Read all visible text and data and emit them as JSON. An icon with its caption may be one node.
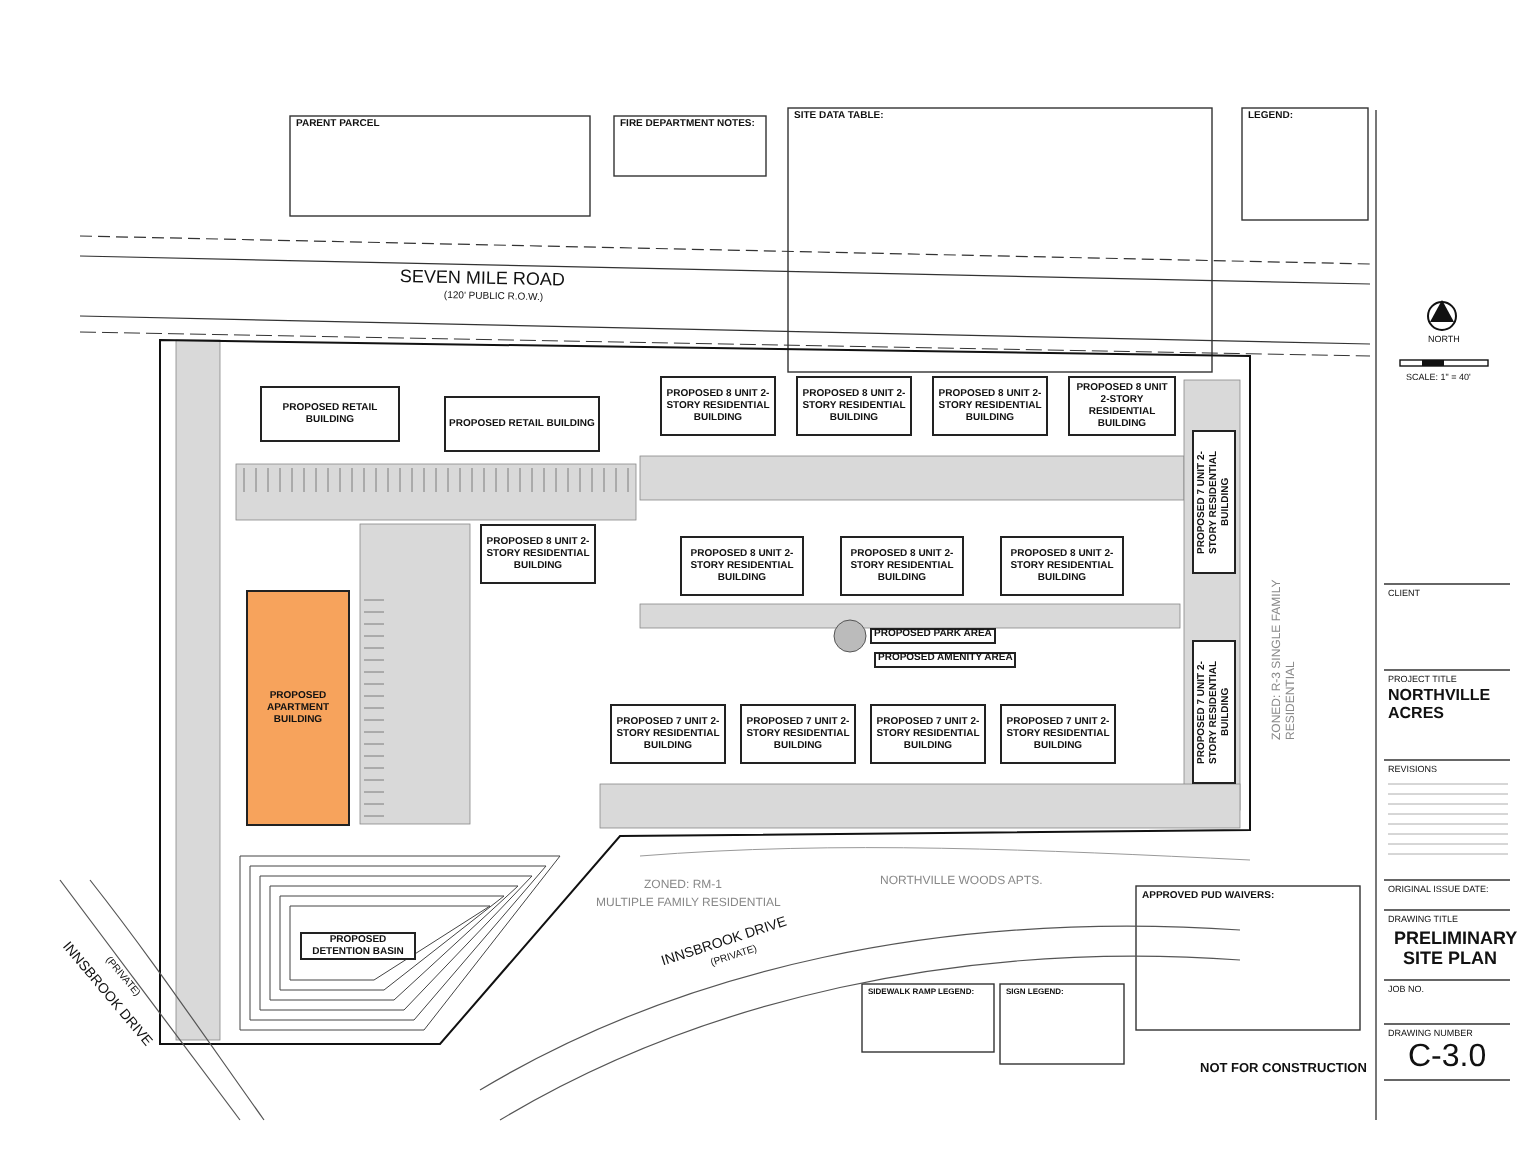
{
  "diagram": {
    "nodes": [
      {
        "text": [
          "PROPOSED RETAIL BUILDING"
        ]
      },
      {
        "text": [
          "PROPOSED RETAIL BUILDING"
        ]
      },
      {
        "text": [
          "PROPOSED 8 UNIT 2-STORY RESIDENTIAL BUILDING"
        ]
      },
      {
        "text": [
          "PROPOSED 8 UNIT 2-STORY RESIDENTIAL BUILDING"
        ]
      },
      {
        "text": [
          "PROPOSED 8 UNIT 2-STORY RESIDENTIAL BUILDING"
        ]
      },
      {
        "text": [
          "PROPOSED 8 UNIT 2-STORY RESIDENTIAL BUILDING"
        ]
      },
      {
        "text": [
          "PROPOSED 8 UNIT 2-STORY RESIDENTIAL BUILDING"
        ]
      },
      {
        "text": [
          "PROPOSED 8 UNIT 2-STORY RESIDENTIAL BUILDING"
        ]
      },
      {
        "text": [
          "PROPOSED 8 UNIT 2-STORY RESIDENTIAL BUILDING"
        ]
      },
      {
        "text": [
          "PROPOSED 8 UNIT 2-STORY RESIDENTIAL BUILDING"
        ]
      },
      {
        "text": [
          "PROPOSED 7 UNIT 2-STORY RESIDENTIAL BUILDING"
        ]
      },
      {
        "text": [
          "PROPOSED APARTMENT BUILDING"
        ]
      },
      {
        "text": [
          "PROPOSED 7 UNIT 2-STORY RESIDENTIAL BUILDING"
        ]
      },
      {
        "text": [
          "PROPOSED 7 UNIT 2-STORY RESIDENTIAL BUILDING"
        ]
      },
      {
        "text": [
          "PROPOSED 7 UNIT 2-STORY RESIDENTIAL BUILDING"
        ]
      },
      {
        "text": [
          "PROPOSED 7 UNIT 2-STORY RESIDENTIAL BUILDING"
        ]
      },
      {
        "text": [
          "PROPOSED 7 UNIT 2-STORY RESIDENTIAL BUILDING"
        ]
      },
      {
        "text": [
          "PROPOSED DETENTION BASIN"
        ]
      }
    ],
    "labels": [
      "PARENT PARCEL",
      "FIRE DEPARTMENT NOTES:",
      "SITE DATA TABLE:",
      "LEGEND:",
      "SEVEN MILE ROAD",
      "(120' PUBLIC R.O.W.)",
      "PROPOSED PARK AREA",
      "PROPOSED AMENITY AREA",
      "ZONED: R-3 SINGLE FAMILY RESIDENTIAL",
      "NORTHVILLE WOODS APTS.",
      "ZONED: RM-1",
      "MULTIPLE FAMILY RESIDENTIAL",
      "INNSBROOK DRIVE",
      "(PRIVATE)",
      "INNSBROOK DRIVE",
      "(PRIVATE)",
      "APPROVED PUD WAIVERS:",
      "SIDEWALK RAMP LEGEND:",
      "SIGN LEGEND:",
      "NOT FOR CONSTRUCTION",
      "NORTH",
      "SCALE: 1\" = 40'",
      "CLIENT",
      "PROJECT TITLE",
      "NORTHVILLE ACRES",
      "REVISIONS",
      "ORIGINAL ISSUE DATE:",
      "DRAWING TITLE",
      "PRELIMINARY SITE PLAN",
      "JOB NO.",
      "DRAWING NUMBER",
      "C-3.0"
    ]
  }
}
